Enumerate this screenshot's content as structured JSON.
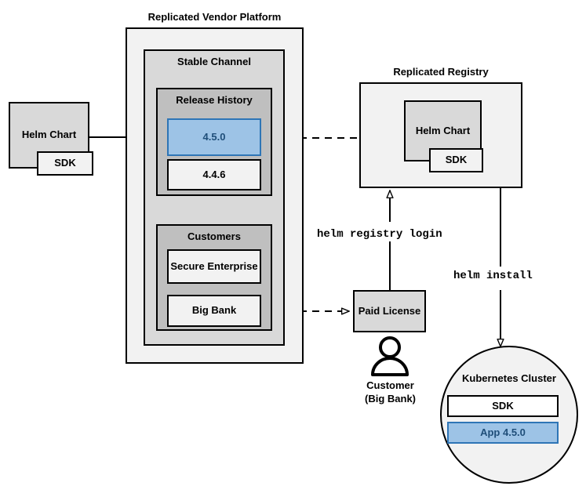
{
  "diagram": {
    "title_labels": {
      "platform": "Replicated Vendor Platform",
      "registry": "Replicated Registry"
    },
    "platform": {
      "channel": {
        "heading": "Stable Channel",
        "release_history": {
          "heading": "Release History",
          "releases": [
            {
              "version": "4.5.0",
              "highlighted": true
            },
            {
              "version": "4.4.6",
              "highlighted": false
            }
          ]
        },
        "customers": {
          "heading": "Customers",
          "entries": [
            {
              "name": "Secure Enterprise"
            },
            {
              "name": "Big Bank"
            }
          ]
        }
      }
    },
    "source_chart": {
      "label": "Helm Chart",
      "sdk_label": "SDK"
    },
    "registry": {
      "chart_label": "Helm Chart",
      "sdk_label": "SDK"
    },
    "license": {
      "label": "Paid License"
    },
    "actor": {
      "name_line1": "Customer",
      "name_line2": "(Big Bank)",
      "icon": "person-icon"
    },
    "cluster": {
      "title": "Kubernetes Cluster",
      "items": [
        {
          "label": "SDK",
          "highlighted": false
        },
        {
          "label": "App 4.5.0",
          "highlighted": true
        }
      ]
    },
    "commands": {
      "registry_login": "helm registry login",
      "install": "helm install"
    },
    "colors": {
      "highlight_fill": "#9DC3E6",
      "highlight_border": "#2E75B6",
      "highlight_text": "#1F4E79",
      "outer_fill": "#F2F2F2",
      "mid_fill": "#D9D9D9",
      "inner_fill": "#BFBFBF",
      "stroke": "#000000"
    }
  }
}
